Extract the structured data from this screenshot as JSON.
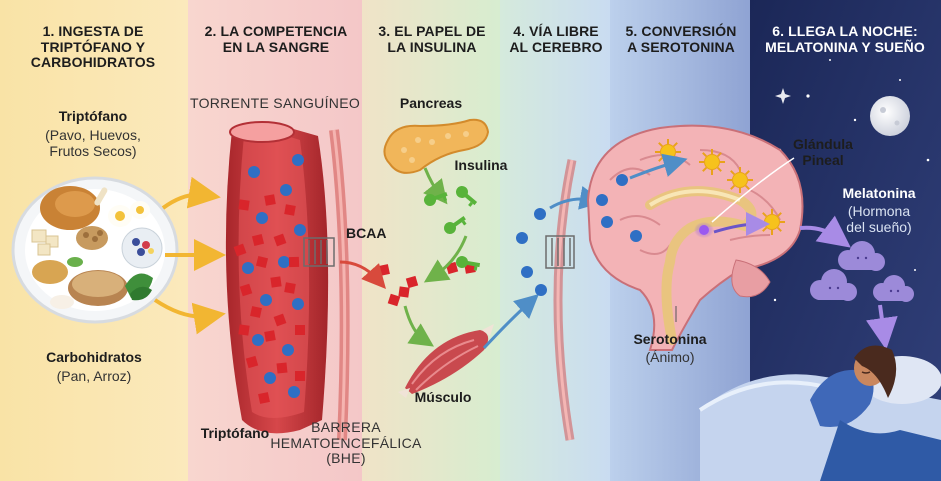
{
  "sections": [
    {
      "title": "1. INGESTA DE\nTRIPTÓFANO Y\nCARBOHIDRATOS",
      "color": "#f9e4ae"
    },
    {
      "title": "2. LA COMPETENCIA\nEN LA SANGRE",
      "color": "#f7d0cf"
    },
    {
      "title": "3. EL PAPEL DE\nLA INSULINA",
      "color": "#e1f0d3"
    },
    {
      "title": "4. VÍA LIBRE\nAL CEREBRO",
      "color": "#cfe1f3"
    },
    {
      "title": "5. CONVERSIÓN\nA SEROTONINA",
      "color": "#aebfe0"
    },
    {
      "title": "6. LLEGA LA NOCHE:\nMELATONINA Y SUEÑO",
      "color": "#1d2a57"
    }
  ],
  "panel1": {
    "tryptophan_title": "Triptófano",
    "tryptophan_foods": "(Pavo, Huevos,\nFrutos Secos)",
    "carbs_title": "Carbohidratos",
    "carbs_foods": "(Pan, Arroz)"
  },
  "panel2": {
    "bloodstream": "TORRENTE SANGUÍNEO",
    "bcaa": "BCAA",
    "tryptophan": "Triptófano",
    "barrier": "BARRERA\nHEMATOENCEFÁLICA\n(BHE)"
  },
  "panel3": {
    "pancreas": "Pancreas",
    "insulin": "Insulina",
    "muscle": "Músculo"
  },
  "panel5": {
    "pineal": "Glándula\nPineal",
    "serotonin": "Serotonina",
    "mood": "(Ánimo)"
  },
  "panel6": {
    "melatonin": "Melatonina",
    "hormone": "(Hormona\ndel sueño)"
  },
  "colors": {
    "tryptophan_dot": "#2f6fc4",
    "bcaa_square": "#d9252b",
    "insulin_key": "#58b33a",
    "artery": "#c8373a",
    "serotonin_sun": "#f6c21c",
    "melatonin_cloud": "#9c8ad9"
  },
  "icons": [
    "food-plate-icon",
    "artery-icon",
    "pancreas-icon",
    "insulin-key-icon",
    "muscle-icon",
    "brain-icon",
    "sun-icon",
    "moon-icon",
    "cloud-icon",
    "sleeping-woman-icon"
  ]
}
